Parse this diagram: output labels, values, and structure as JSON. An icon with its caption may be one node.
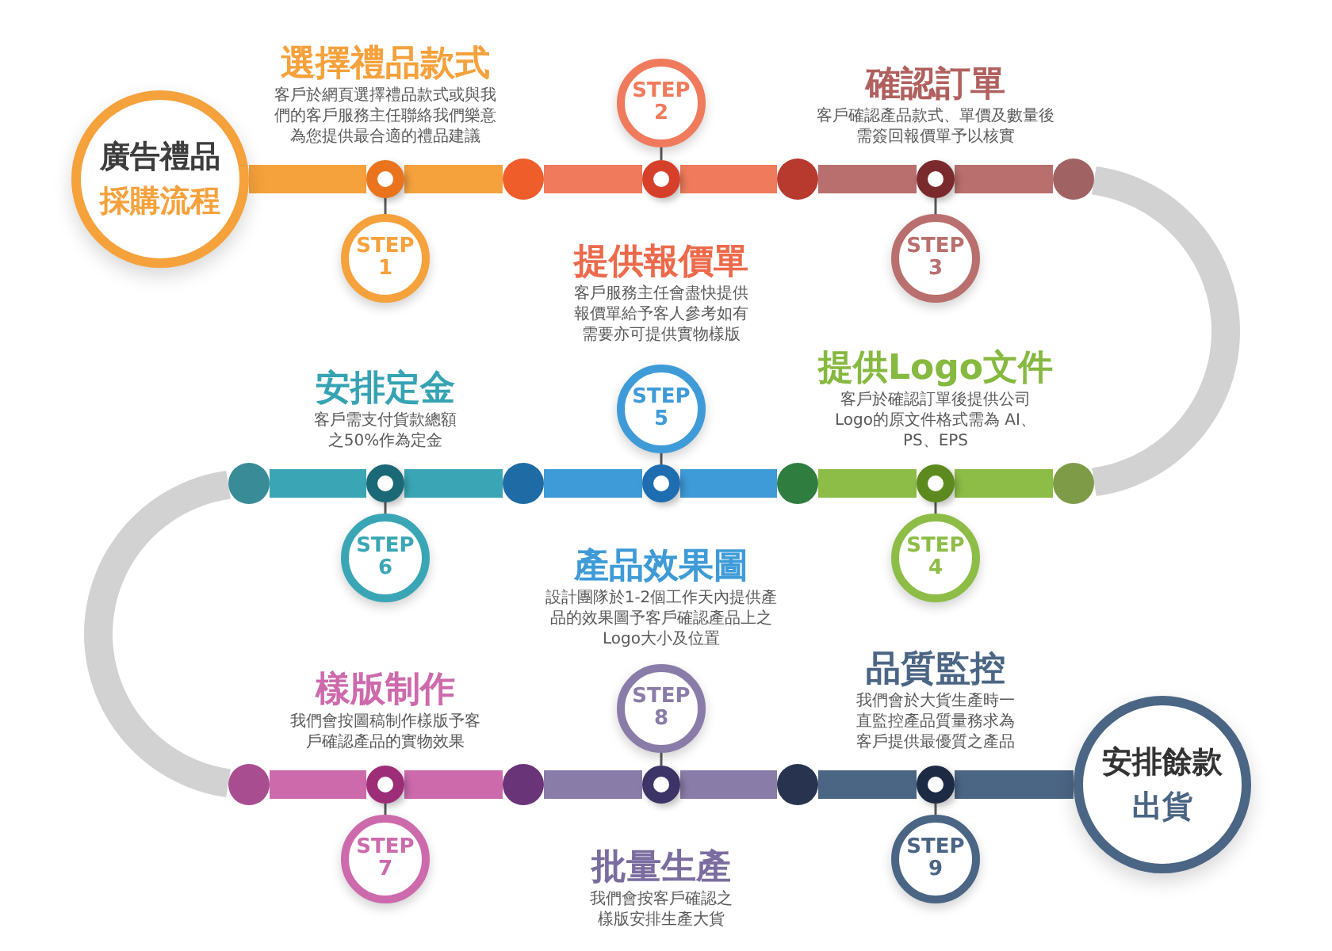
{
  "diagram": {
    "nodes": [
      {
        "text": [
          "廣告禮品",
          "採購流程"
        ]
      },
      {
        "text": [
          "STEP 1"
        ],
        "beside": [
          "選擇禮品款式",
          "客戶於網頁選擇禮品款式或與我們的客戶服務主任聯絡我們樂意為您提供最合適的禮品建議"
        ]
      },
      {
        "text": [
          "STEP 2"
        ],
        "beside": [
          "提供報價單",
          "客戶服務主任會盡快提供報價單給予客人參考如有需要亦可提供實物樣版"
        ]
      },
      {
        "text": [
          "STEP 3"
        ],
        "beside": [
          "確認訂單",
          "客戶確認產品款式、單價及數量後需簽回報價單予以核實"
        ]
      },
      {
        "text": [
          "STEP 4"
        ],
        "beside": [
          "提供Logo文件",
          "客戶於確認訂單後提供公司Logo的原文件格式需為 AI、PS、EPS"
        ]
      },
      {
        "text": [
          "STEP 5"
        ],
        "beside": [
          "產品效果圖",
          "設計團隊於1-2個工作天內提供產品的效果圖予客戶確認產品上之Logo大小及位置"
        ]
      },
      {
        "text": [
          "STEP 6"
        ],
        "beside": [
          "安排定金",
          "客戶需支付貨款總額之50%作為定金"
        ]
      },
      {
        "text": [
          "STEP 7"
        ],
        "beside": [
          "樣版制作",
          "我們會按圖稿制作樣版予客戶確認產品的實物效果"
        ]
      },
      {
        "text": [
          "STEP 8"
        ],
        "beside": [
          "批量生產",
          "我們會按客戶確認之樣版安排生產大貨"
        ]
      },
      {
        "text": [
          "STEP 9"
        ],
        "beside": [
          "品質監控",
          "我們會於大貨生產時一直監控產品質量務求為客戶提供最優質之產品"
        ]
      },
      {
        "text": [],
        "shape": "circle"
      },
      {
        "text": [],
        "shape": "circle"
      },
      {
        "text": [],
        "shape": "circle"
      },
      {
        "text": [],
        "shape": "circle"
      },
      {
        "text": [],
        "shape": "circle"
      },
      {
        "text": [],
        "shape": "circle"
      },
      {
        "text": [],
        "shape": "circle"
      },
      {
        "text": [],
        "shape": "circle"
      },
      {
        "text": [],
        "shape": "circle"
      },
      {
        "text": [],
        "shape": "circle"
      },
      {
        "text": [],
        "shape": "circle"
      },
      {
        "text": [],
        "shape": "circle"
      },
      {
        "text": [],
        "shape": "circle"
      },
      {
        "text": [],
        "shape": "circle"
      },
      {
        "text": [],
        "shape": "circle"
      },
      {
        "text": [],
        "shape": "circle"
      },
      {
        "text": [],
        "shape": "circle"
      },
      {
        "text": [],
        "shape": "circle"
      },
      {
        "text": [],
        "shape": "circle"
      },
      {
        "text": [
          "安排餘款",
          "出貨"
        ]
      }
    ],
    "edges": [
      {
        "from": 0,
        "to": 10,
        "arrow": "none",
        "color": "#f5a13c"
      },
      {
        "from": 10,
        "to": 19,
        "arrow": "none",
        "color": "#f5a13c"
      },
      {
        "from": 19,
        "to": 11,
        "arrow": "none",
        "color": "#ef7b5c"
      },
      {
        "from": 11,
        "to": 20,
        "arrow": "none",
        "color": "#ef7b5c"
      },
      {
        "from": 20,
        "to": 12,
        "arrow": "none",
        "color": "#b86f6d"
      },
      {
        "from": 12,
        "to": 21,
        "arrow": "none",
        "color": "#b86f6d"
      },
      {
        "from": 21,
        "to": 22,
        "arrow": "none",
        "color": "#d2d2d2"
      },
      {
        "from": 22,
        "to": 13,
        "arrow": "none",
        "color": "#8dbd47"
      },
      {
        "from": 13,
        "to": 23,
        "arrow": "none",
        "color": "#8dbd47"
      },
      {
        "from": 23,
        "to": 14,
        "arrow": "none",
        "color": "#3e9bd7"
      },
      {
        "from": 14,
        "to": 24,
        "arrow": "none",
        "color": "#3e9bd7"
      },
      {
        "from": 24,
        "to": 15,
        "arrow": "none",
        "color": "#3aa6b5"
      },
      {
        "from": 15,
        "to": 25,
        "arrow": "none",
        "color": "#3aa6b5"
      },
      {
        "from": 25,
        "to": 26,
        "arrow": "none",
        "color": "#d2d2d2"
      },
      {
        "from": 26,
        "to": 16,
        "arrow": "none",
        "color": "#cd6aac"
      },
      {
        "from": 16,
        "to": 27,
        "arrow": "none",
        "color": "#cd6aac"
      },
      {
        "from": 27,
        "to": 17,
        "arrow": "none",
        "color": "#8a7ca8"
      },
      {
        "from": 17,
        "to": 28,
        "arrow": "none",
        "color": "#8a7ca8"
      },
      {
        "from": 28,
        "to": 18,
        "arrow": "none",
        "color": "#4b6584"
      },
      {
        "from": 18,
        "to": 29,
        "arrow": "none",
        "color": "#4b6584"
      },
      {
        "from": 1,
        "to": 10,
        "arrow": "none"
      },
      {
        "from": 2,
        "to": 11,
        "arrow": "none"
      },
      {
        "from": 3,
        "to": 12,
        "arrow": "none"
      },
      {
        "from": 4,
        "to": 13,
        "arrow": "none"
      },
      {
        "from": 5,
        "to": 14,
        "arrow": "none"
      },
      {
        "from": 6,
        "to": 15,
        "arrow": "none"
      },
      {
        "from": 7,
        "to": 16,
        "arrow": "none"
      },
      {
        "from": 8,
        "to": 17,
        "arrow": "none"
      },
      {
        "from": 9,
        "to": 18,
        "arrow": "none"
      }
    ]
  }
}
